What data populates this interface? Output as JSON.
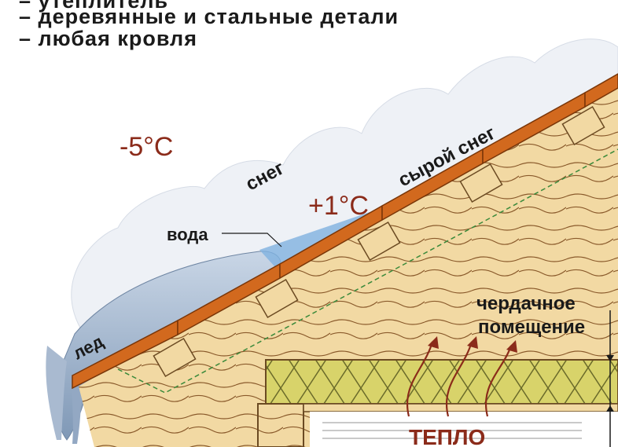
{
  "header_list": [
    "– утеплитель",
    "– деревянные и стальные детали",
    "– любая кровля"
  ],
  "labels": {
    "outside_temp": "-5°C",
    "inside_temp": "+1°C",
    "snow": "снег",
    "wet_snow": "сырой снег",
    "water": "вода",
    "ice": "лед",
    "attic": [
      "чердачное",
      "помещение"
    ],
    "heat": "ТЕПЛО"
  },
  "colors": {
    "roof_sheet": "#d2691e",
    "wood": "#f2d9a3",
    "insulation": "#d8d36a",
    "snow": "#eef1f6",
    "ice": "#9fb3cc",
    "text_red": "#8b2b1a"
  }
}
